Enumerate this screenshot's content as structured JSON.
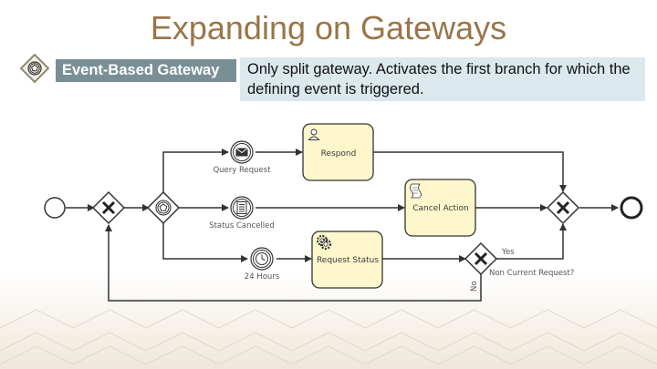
{
  "slide": {
    "title": "Expanding on Gateways",
    "gateway_name": "Event-Based Gateway",
    "description": "Only split gateway. Activates the first branch for which the defining event is triggered."
  },
  "diagram": {
    "tasks": {
      "respond": "Respond",
      "cancel_action": "Cancel Action",
      "request_status": "Request Status"
    },
    "events": {
      "query_request": "Query Request",
      "status_cancelled": "Status Cancelled",
      "timer": "24 Hours"
    },
    "gateway_question": "Non Current Request?",
    "flow_yes": "Yes",
    "flow_no": "No"
  },
  "colors": {
    "title": "#9a7548",
    "task_fill": "#fff7cc",
    "label_bg": "#7a8e96",
    "desc_bg": "#dbe8ee"
  }
}
